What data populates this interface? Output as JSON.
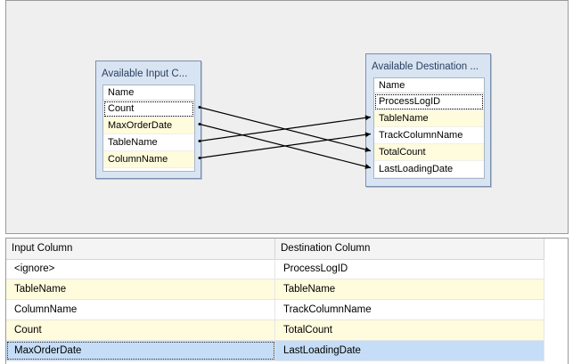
{
  "input_panel": {
    "title": "Available Input C...",
    "header": "Name",
    "columns": [
      "Count",
      "MaxOrderDate",
      "TableName",
      "ColumnName"
    ]
  },
  "destination_panel": {
    "title": "Available Destination ...",
    "header": "Name",
    "columns": [
      "ProcessLogID",
      "TableName",
      "TrackColumnName",
      "TotalCount",
      "LastLoadingDate"
    ]
  },
  "mappings": [
    {
      "from": "Count",
      "to": "TotalCount"
    },
    {
      "from": "MaxOrderDate",
      "to": "LastLoadingDate"
    },
    {
      "from": "TableName",
      "to": "TableName"
    },
    {
      "from": "ColumnName",
      "to": "TrackColumnName"
    }
  ],
  "table": {
    "headers": {
      "input": "Input Column",
      "destination": "Destination Column"
    },
    "rows": [
      {
        "input": "<ignore>",
        "destination": "ProcessLogID"
      },
      {
        "input": "TableName",
        "destination": "TableName"
      },
      {
        "input": "ColumnName",
        "destination": "TrackColumnName"
      },
      {
        "input": "Count",
        "destination": "TotalCount"
      },
      {
        "input": "MaxOrderDate",
        "destination": "LastLoadingDate"
      }
    ],
    "selected_row": 4
  }
}
